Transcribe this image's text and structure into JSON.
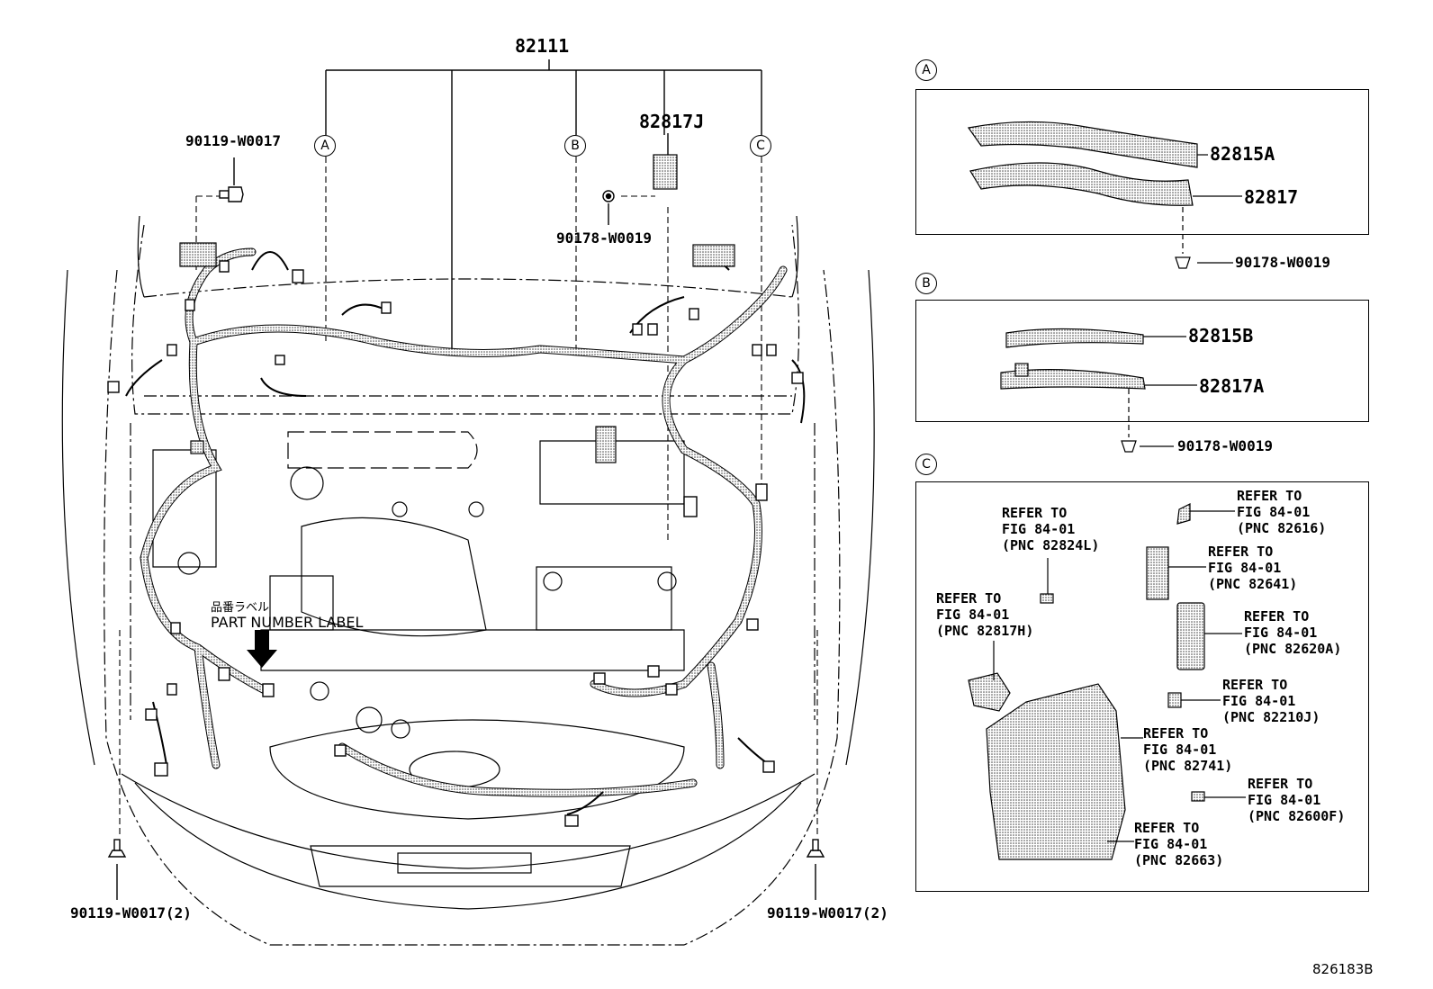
{
  "main": {
    "harness_part": "82111",
    "connector_part": "82817J",
    "bolt_top": "90119-W0017",
    "clip_top": "90178-W0019",
    "bolt_left": "90119-W0017(2)",
    "bolt_right": "90119-W0017(2)",
    "callouts": [
      "A",
      "B",
      "C"
    ],
    "label_jp": "品番ラベル",
    "label_en": "PART NUMBER LABEL"
  },
  "detail_a": {
    "tag": "A",
    "parts": [
      "82815A",
      "82817"
    ],
    "clip": "90178-W0019"
  },
  "detail_b": {
    "tag": "B",
    "parts": [
      "82815B",
      "82817A"
    ],
    "clip": "90178-W0019"
  },
  "detail_c": {
    "tag": "C",
    "refs": [
      "REFER TO\nFIG 84-01\n(PNC 82824L)",
      "REFER TO\nFIG 84-01\n(PNC 82616)",
      "REFER TO\nFIG 84-01\n(PNC 82641)",
      "REFER TO\nFIG 84-01\n(PNC 82817H)",
      "REFER TO\nFIG 84-01\n(PNC 82620A)",
      "REFER TO\nFIG 84-01\n(PNC 82210J)",
      "REFER TO\nFIG 84-01\n(PNC 82741)",
      "REFER TO\nFIG 84-01\n(PNC 82600F)",
      "REFER TO\nFIG 84-01\n(PNC 82663)"
    ]
  },
  "figure_id": "826183B"
}
